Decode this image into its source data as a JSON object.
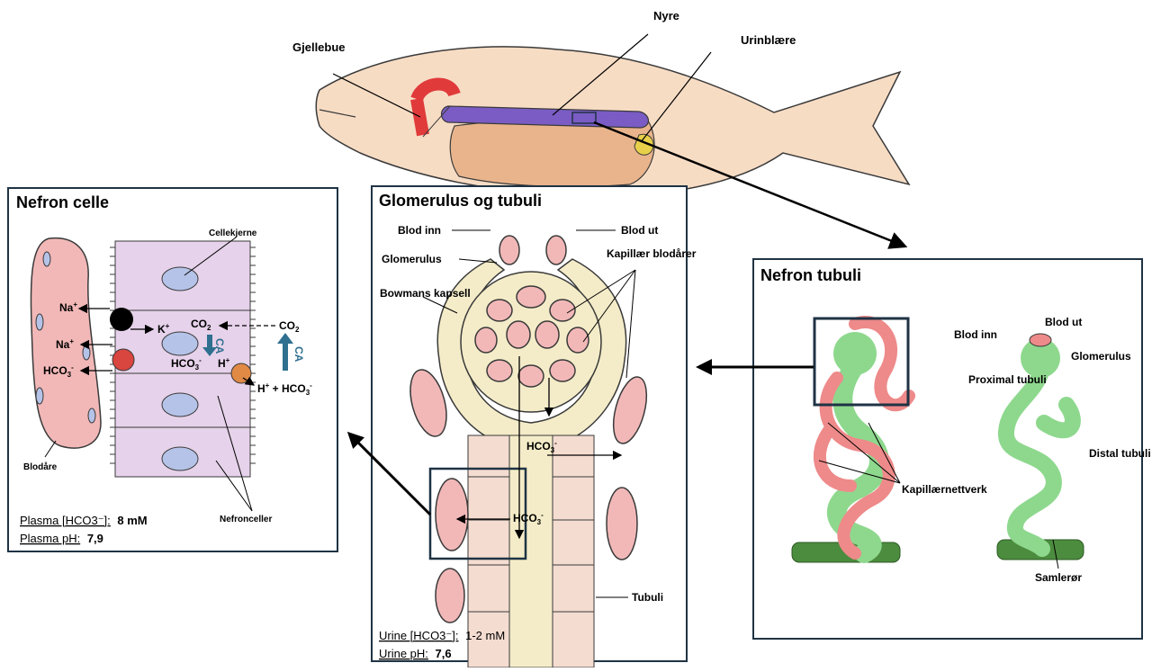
{
  "fish": {
    "label_gills": "Gjellebue",
    "label_kidney": "Nyre",
    "label_bladder": "Urinblære"
  },
  "nephron_cell": {
    "title": "Nefron celle",
    "label_nucleus": "Cellekjerne",
    "label_vessel": "Blodåre",
    "label_cells": "Nefronceller",
    "enzyme": "CA",
    "footer_conc_label": "Plasma [HCO3⁻]:",
    "footer_conc_value": "8 mM",
    "footer_ph_label": "Plasma pH:",
    "footer_ph_value": "7,9"
  },
  "glomerulus": {
    "title": "Glomerulus og tubuli",
    "label_blood_in": "Blod inn",
    "label_blood_out": "Blod ut",
    "label_glomerulus": "Glomerulus",
    "label_capillaries": "Kapillær blodårer",
    "label_bowman": "Bowmans kapsell",
    "label_tubuli": "Tubuli",
    "footer_conc_label": "Urine [HCO3⁻]:",
    "footer_conc_value": "1-2 mM",
    "footer_ph_label": "Urine pH:",
    "footer_ph_value": "7,6"
  },
  "nephron_tubuli": {
    "title": "Nefron tubuli",
    "label_blood_in": "Blod inn",
    "label_blood_out": "Blod ut",
    "label_glomerulus": "Glomerulus",
    "label_proximal": "Proximal tubuli",
    "label_distal": "Distal tubuli",
    "label_network": "Kapillærnettverk",
    "label_collecting": "Samlerør"
  },
  "colors": {
    "fish_body": "#f7dcc4",
    "kidney": "#7a5cc4",
    "gill": "#e03a3a",
    "cell": "#e6d2ea",
    "blood": "#f2b8b8",
    "capsule": "#f4ecc8",
    "tubule_green": "#8ed88e",
    "frame": "#1f3344",
    "ca_arrow": "#2f6f8f"
  }
}
